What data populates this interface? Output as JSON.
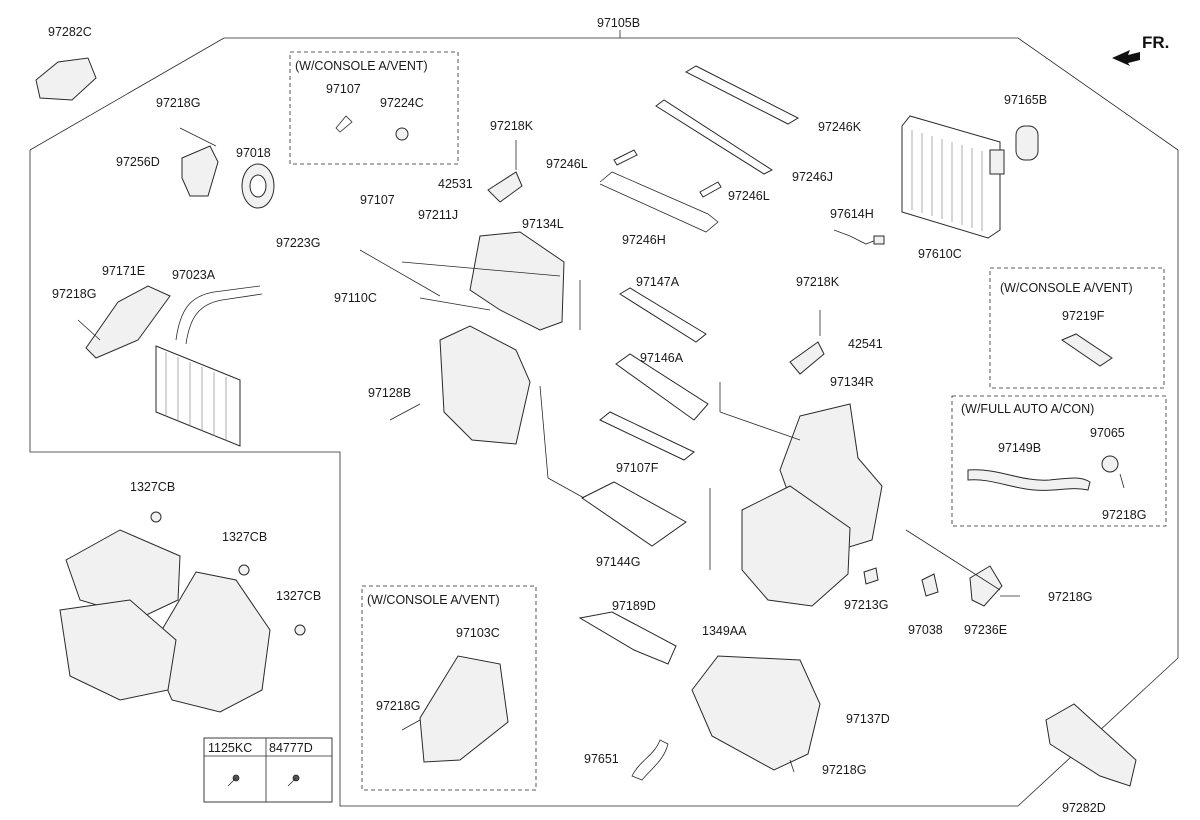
{
  "orientation": "FR.",
  "main_assembly": "97105B",
  "groups": {
    "console_vent_top": "(W/CONSOLE A/VENT)",
    "console_vent_right": "(W/CONSOLE A/VENT)",
    "full_auto": "(W/FULL AUTO A/CON)",
    "console_vent_bottom": "(W/CONSOLE A/VENT)"
  },
  "fastener_table": {
    "col1": "1125KC",
    "col2": "84777D"
  },
  "parts": {
    "p97282C": "97282C",
    "p97218G_a": "97218G",
    "p97256D": "97256D",
    "p97018": "97018",
    "p97107_a": "97107",
    "p97224C": "97224C",
    "p97218K_a": "97218K",
    "p42531": "42531",
    "p97246K": "97246K",
    "p97246L_a": "97246L",
    "p97246J": "97246J",
    "p97246L_b": "97246L",
    "p97246H": "97246H",
    "p97165B": "97165B",
    "p97610C": "97610C",
    "p97614H": "97614H",
    "p97107_b": "97107",
    "p97211J": "97211J",
    "p97134L": "97134L",
    "p97223G": "97223G",
    "p97171E": "97171E",
    "p97023A": "97023A",
    "p97218G_b": "97218G",
    "p97110C": "97110C",
    "p97147A": "97147A",
    "p97218K_b": "97218K",
    "p42541": "42541",
    "p97219F": "97219F",
    "p97146A": "97146A",
    "p97128B": "97128B",
    "p97134R": "97134R",
    "p97149B": "97149B",
    "p97065": "97065",
    "p97218G_c": "97218G",
    "p97107F": "97107F",
    "p1327CB_a": "1327CB",
    "p1327CB_b": "1327CB",
    "p1327CB_c": "1327CB",
    "p97144G": "97144G",
    "p97189D": "97189D",
    "p1349AA": "1349AA",
    "p97213G": "97213G",
    "p97038": "97038",
    "p97236E": "97236E",
    "p97218G_d": "97218G",
    "p97103C": "97103C",
    "p97218G_e": "97218G",
    "p97137D": "97137D",
    "p97651": "97651",
    "p97218G_f": "97218G",
    "p97282D": "97282D"
  }
}
